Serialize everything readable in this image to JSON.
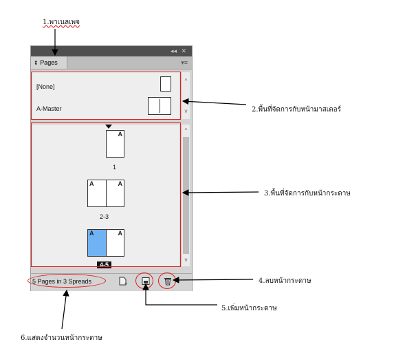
{
  "panel": {
    "tab_label": "Pages",
    "collapse_icon": "double-chevron-left-icon",
    "close_icon": "close-icon",
    "menu_icon": "panel-menu-icon",
    "masters": [
      {
        "label": "[None]"
      },
      {
        "label": "A-Master"
      }
    ],
    "pages": [
      {
        "label": "1",
        "prefix": "A"
      },
      {
        "label": "2-3",
        "prefix": "A"
      },
      {
        "label": "4-5",
        "prefix": "A"
      }
    ],
    "status": "5 Pages in 3 Spreads",
    "buttons": {
      "page_size": "page-size-icon",
      "new_page": "new-page-icon",
      "delete": "trash-icon"
    }
  },
  "annotations": {
    "a1": "1.พาเนลเพจ",
    "a2": "2.พื้นที่จัดการกับหน้ามาสเตอร์",
    "a3": "3.พื้นที่จัดการกับหน้ากระดาษ",
    "a4": "4.ลบหน้ากระดาษ",
    "a5": "5.เพิ่มหน้ากระดาษ",
    "a6": "6.แสดงจำนวนหน้ากระดาษ"
  },
  "colors": {
    "highlight": "#e01c1c",
    "selected_page": "#6fb3f5",
    "panel_bg": "#d4d4d4"
  }
}
